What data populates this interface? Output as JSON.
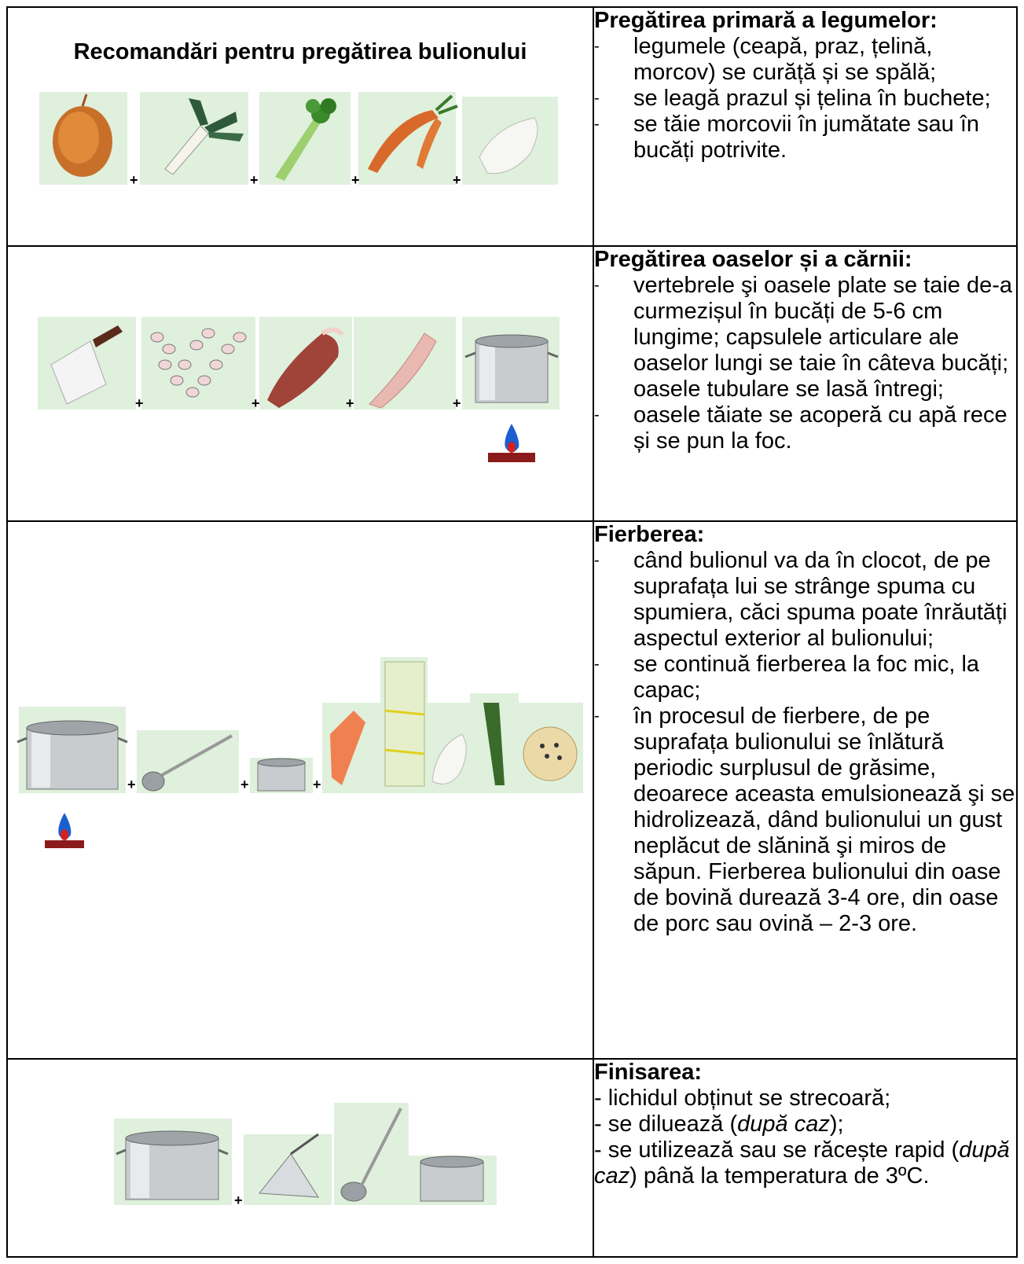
{
  "title": "Recomandări pentru pregătirea bulionului",
  "plus_sign": "+",
  "sections": [
    {
      "heading": "Pregătirea primară a legumelor:",
      "items": [
        "legumele (ceapă, praz, țelină, morcov) se curăță și se spălă;",
        "se leagă prazul și țelina în buchete;",
        "se tăie morcovii în jumătate sau în bucăți potrivite."
      ]
    },
    {
      "heading": "Pregătirea oaselor și a cărnii:",
      "items": [
        "vertebrele şi oasele plate se taie de-a curmezișul în bucăți de 5-6 cm lungime; capsulele articulare ale oaselor lungi se taie în câteva bucăți; oasele tubulare se lasă întregi;",
        "oasele tăiate se acoperă cu apă rece și se pun la foc."
      ]
    },
    {
      "heading": "Fierberea:",
      "items": [
        "când bulionul va da în clocot, de pe suprafața lui se strânge spuma cu spumiera, căci spuma poate înrăutăți aspectul exterior al bulionului;",
        "se continuă fierberea la foc mic, la capac;",
        "în procesul de fierbere, de pe suprafața bulionului se înlătură periodic surplusul de grăsime, deoarece aceasta emulsionează şi se hidrolizează, dând bulionului un gust neplăcut de slănină şi miros de săpun. Fierberea bulionului din oase de bovină durează 3-4 ore, din oase de porc sau ovină – 2-3 ore."
      ]
    },
    {
      "heading": "Finisarea:",
      "items": [
        {
          "a": "- lichidul obținut se strecoară;",
          "b": "",
          "c": ""
        },
        {
          "a": "- se diluează (",
          "b": "după caz",
          "c": ");"
        },
        {
          "a": "- se utilizează sau se răcește rapid (",
          "b": "după caz",
          "c": ") până la temperatura de 3ºC."
        }
      ]
    }
  ],
  "colors": {
    "image_bg": "#dff0dd",
    "flame_blue": "#1a5fd0",
    "flame_red": "#d42020",
    "burner": "#8b1a1a"
  }
}
